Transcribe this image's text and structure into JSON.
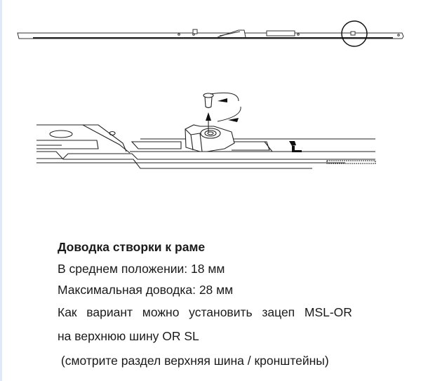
{
  "caption": {
    "title": "Доводка створки к раме",
    "lines": [
      "В среднем положении: 18 мм",
      "Максимальная доводка: 28 мм",
      "Как  вариант  можно  установить  зацеп  MSL-OR",
      "на верхнюю шину OR SL",
      " (смотрите раздел верхняя шина / кронштейны)"
    ]
  }
}
